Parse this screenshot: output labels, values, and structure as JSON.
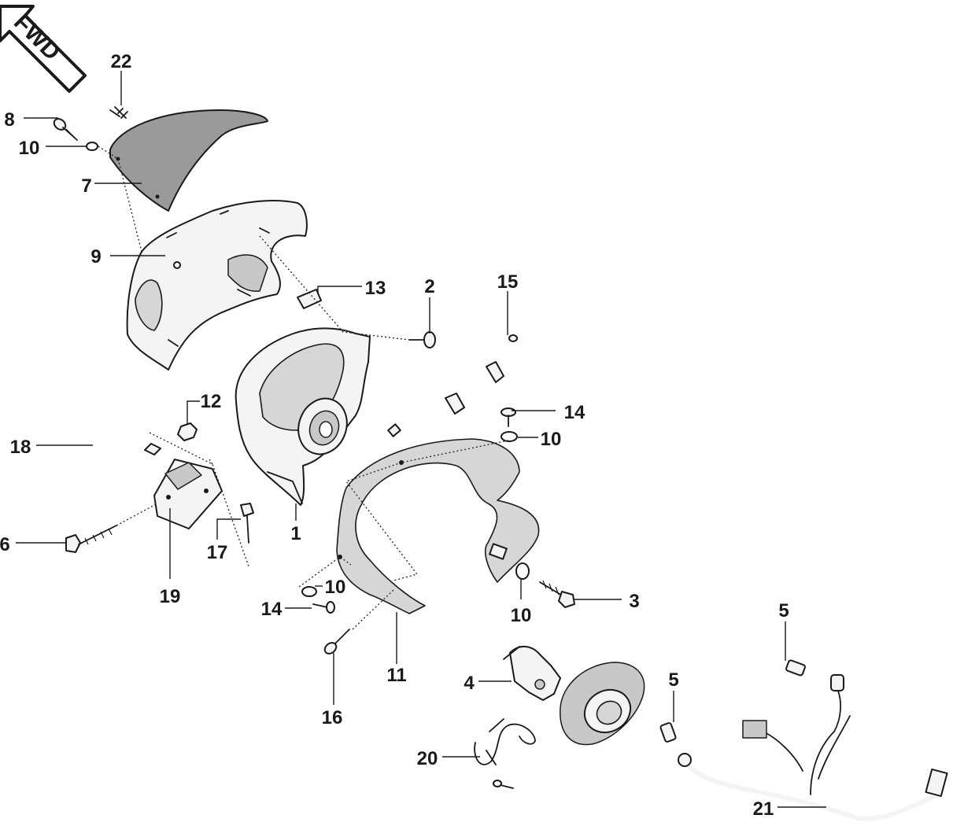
{
  "fwd_label": "FWD",
  "callouts": {
    "c1": "1",
    "c2": "2",
    "c3": "3",
    "c4": "4",
    "c5a": "5",
    "c5b": "5",
    "c6": "6",
    "c7": "7",
    "c8": "8",
    "c9": "9",
    "c10a": "10",
    "c10b": "10",
    "c10c": "10",
    "c10d": "10",
    "c11": "11",
    "c12": "12",
    "c13": "13",
    "c14a": "14",
    "c14b": "14",
    "c15": "15",
    "c16": "16",
    "c17": "17",
    "c18": "18",
    "c19": "19",
    "c20": "20",
    "c21": "21",
    "c22": "22"
  }
}
